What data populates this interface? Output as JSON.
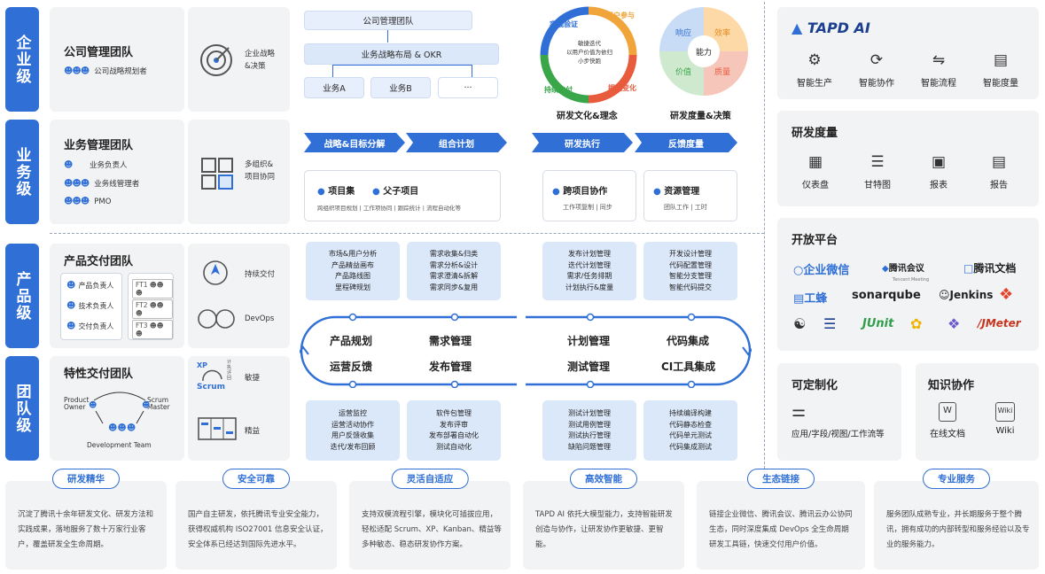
{
  "levels": [
    "企业级",
    "业务级",
    "产品级",
    "团队级"
  ],
  "left": {
    "company": {
      "title": "公司管理团队",
      "role": "公司战略规划者",
      "side": "企业战略\n&决策"
    },
    "business": {
      "title": "业务管理团队",
      "roles": [
        "业务负责人",
        "业务线管理者",
        "PMO"
      ],
      "side": "多组织&\n项目协同"
    },
    "product": {
      "title": "产品交付团队",
      "roles": [
        "产品负责人",
        "技术负责人",
        "交付负责人"
      ],
      "ft": [
        "FT1",
        "FT2",
        "FT3"
      ],
      "side1": "持续交付",
      "side2": "DevOps"
    },
    "feature": {
      "title": "特性交付团队",
      "product_owner": "Product\nOwner",
      "scrum_master": "Scrum\nMaster",
      "dev_team": "Development Team",
      "side1": "敏捷",
      "side2": "精益",
      "scrum": "Scrum",
      "xp": "XP",
      "scrum_steps": "计\n执\n评\n回"
    }
  },
  "strategy": {
    "top": "公司管理团队",
    "okr": "业务战略布局 & OKR",
    "biz": [
      "业务A",
      "业务B",
      "···"
    ]
  },
  "culture": {
    "center": "敏捷迭代\n以用户价值为依归\n小步快跑",
    "labels": [
      "实践验证",
      "用户参与",
      "持续交付",
      "拥抱变化"
    ],
    "caption": "研发文化&理念"
  },
  "measure": {
    "center": "能力",
    "labels": [
      "响应",
      "效率",
      "价值",
      "质量"
    ],
    "caption": "研发度量&决策"
  },
  "arrows": [
    "战略&目标分解",
    "组合计划",
    "研发执行",
    "反馈度量"
  ],
  "proj": {
    "t1": "项目集",
    "t2": "父子项目",
    "sub": "跨组织项目规划 | 工作项协同 | 跟踪统计 | 流程自动化等"
  },
  "exec": {
    "t1": "跨项目协作",
    "s1": "工作项复制 | 同步",
    "t2": "资源管理",
    "s2": "团队工作 | 工时"
  },
  "topboxes": [
    [
      "市场&用户分析",
      "产品精益画布",
      "产品路线图",
      "里程碑规划"
    ],
    [
      "需求收集&归类",
      "需求分析&设计",
      "需求澄清&拆解",
      "需求同步&复用"
    ],
    [
      "发布计划管理",
      "迭代计划管理",
      "需求/任务排期",
      "计划执行&度量"
    ],
    [
      "开发设计管理",
      "代码配置管理",
      "智能分支管理",
      "智能代码提交"
    ]
  ],
  "loop": [
    "产品规划",
    "需求管理",
    "计划管理",
    "代码集成",
    "运营反馈",
    "发布管理",
    "测试管理",
    "CI工具集成"
  ],
  "bottomboxes": [
    [
      "运营监控",
      "运营活动协作",
      "用户反馈收集",
      "迭代/发布回顾"
    ],
    [
      "软件包管理",
      "发布评审",
      "发布部署自动化",
      "测试自动化"
    ],
    [
      "测试计划管理",
      "测试用例管理",
      "测试执行管理",
      "缺陷问题管理"
    ],
    [
      "持续编译构建",
      "代码静态检查",
      "代码单元测试",
      "代码集成测试"
    ]
  ],
  "tapd": {
    "brand": "TAPD AI",
    "items": [
      "智能生产",
      "智能协作",
      "智能流程",
      "智能度量"
    ]
  },
  "metrics": {
    "title": "研发度量",
    "items": [
      "仪表盘",
      "甘特图",
      "报表",
      "报告"
    ]
  },
  "open": {
    "title": "开放平台",
    "logos": [
      "企业微信",
      "腾讯会议",
      "腾讯文档",
      "工蜂",
      "sonarqube",
      "Jenkins",
      "JUnit",
      "JMeter"
    ],
    "logo_sub": "Tencent Meeting"
  },
  "custom": {
    "title": "可定制化",
    "text": "应用/字段/视图/工作流等"
  },
  "knowledge": {
    "title": "知识协作",
    "items": [
      "在线文档",
      "Wiki"
    ]
  },
  "bottom": [
    {
      "tag": "研发精华",
      "text": "沉淀了腾讯十余年研发文化、研发方法和实践成果，落地服务了数十万家行业客户，覆盖研发全生命周期。"
    },
    {
      "tag": "安全可靠",
      "text": "国产自主研发，依托腾讯专业安全能力，获得权威机构 ISO27001 信息安全认证，安全体系已经达到国际先进水平。"
    },
    {
      "tag": "灵活自适应",
      "text": "支持双模流程引擎，模块化可插拔应用，轻松适配 Scrum、XP、Kanban、精益等多种敏态、稳态研发协作方案。"
    },
    {
      "tag": "高效智能",
      "text": "TAPD AI 依托大模型能力，支持智能研发创造与协作，让研发协作更敏捷、更智能。"
    },
    {
      "tag": "生态链接",
      "text": "链接企业微信、腾讯会议、腾讯云办公协同生态，同时深度集成 DevOps 全生命周期研发工具链，快速交付用户价值。"
    },
    {
      "tag": "专业服务",
      "text": "服务团队成熟专业，并长期服务于整个腾讯，拥有成功的内部转型和服务经验以及专业的服务能力。"
    }
  ],
  "colors": {
    "accent": "#2f6fd6",
    "light": "#dbe8fa",
    "card": "#f2f3f5"
  }
}
